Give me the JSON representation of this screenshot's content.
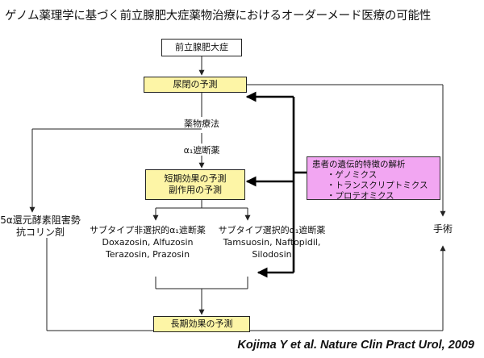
{
  "title": "ゲノム薬理学に基づく前立腺肥大症薬物治療におけるオーダーメード医療の可能性",
  "nodes": {
    "bph": "前立腺肥大症",
    "retention": "尿閉の予測",
    "drug_therapy": "薬物療法",
    "alpha_blocker": "α₁遮断薬",
    "short_term_1": "短期効果の予測",
    "short_term_2": "副作用の予測",
    "nonselective_title": "サブタイプ非選択的α₁遮断薬",
    "nonselective_line1": "Doxazosin, Alfuzosin",
    "nonselective_line2": "Terazosin, Prazosin",
    "selective_title": "サブタイプ選択的α₁遮断薬",
    "selective_line1": "Tamsuosin, Naftopidil,",
    "selective_line2": "Silodosin",
    "long_term": "長期効果の予測",
    "five_ari_1": "5α還元酵素阻害勢",
    "five_ari_2": "抗コリン剤",
    "surgery": "手術"
  },
  "genetic": {
    "title": "患者の遺伝的特徴の解析",
    "items": [
      "・ゲノミクス",
      "・トランスクリプトミクス",
      "・プロテオミクス"
    ]
  },
  "citation": "Kojima Y et al. Nature Clin Pract Urol, 2009"
}
